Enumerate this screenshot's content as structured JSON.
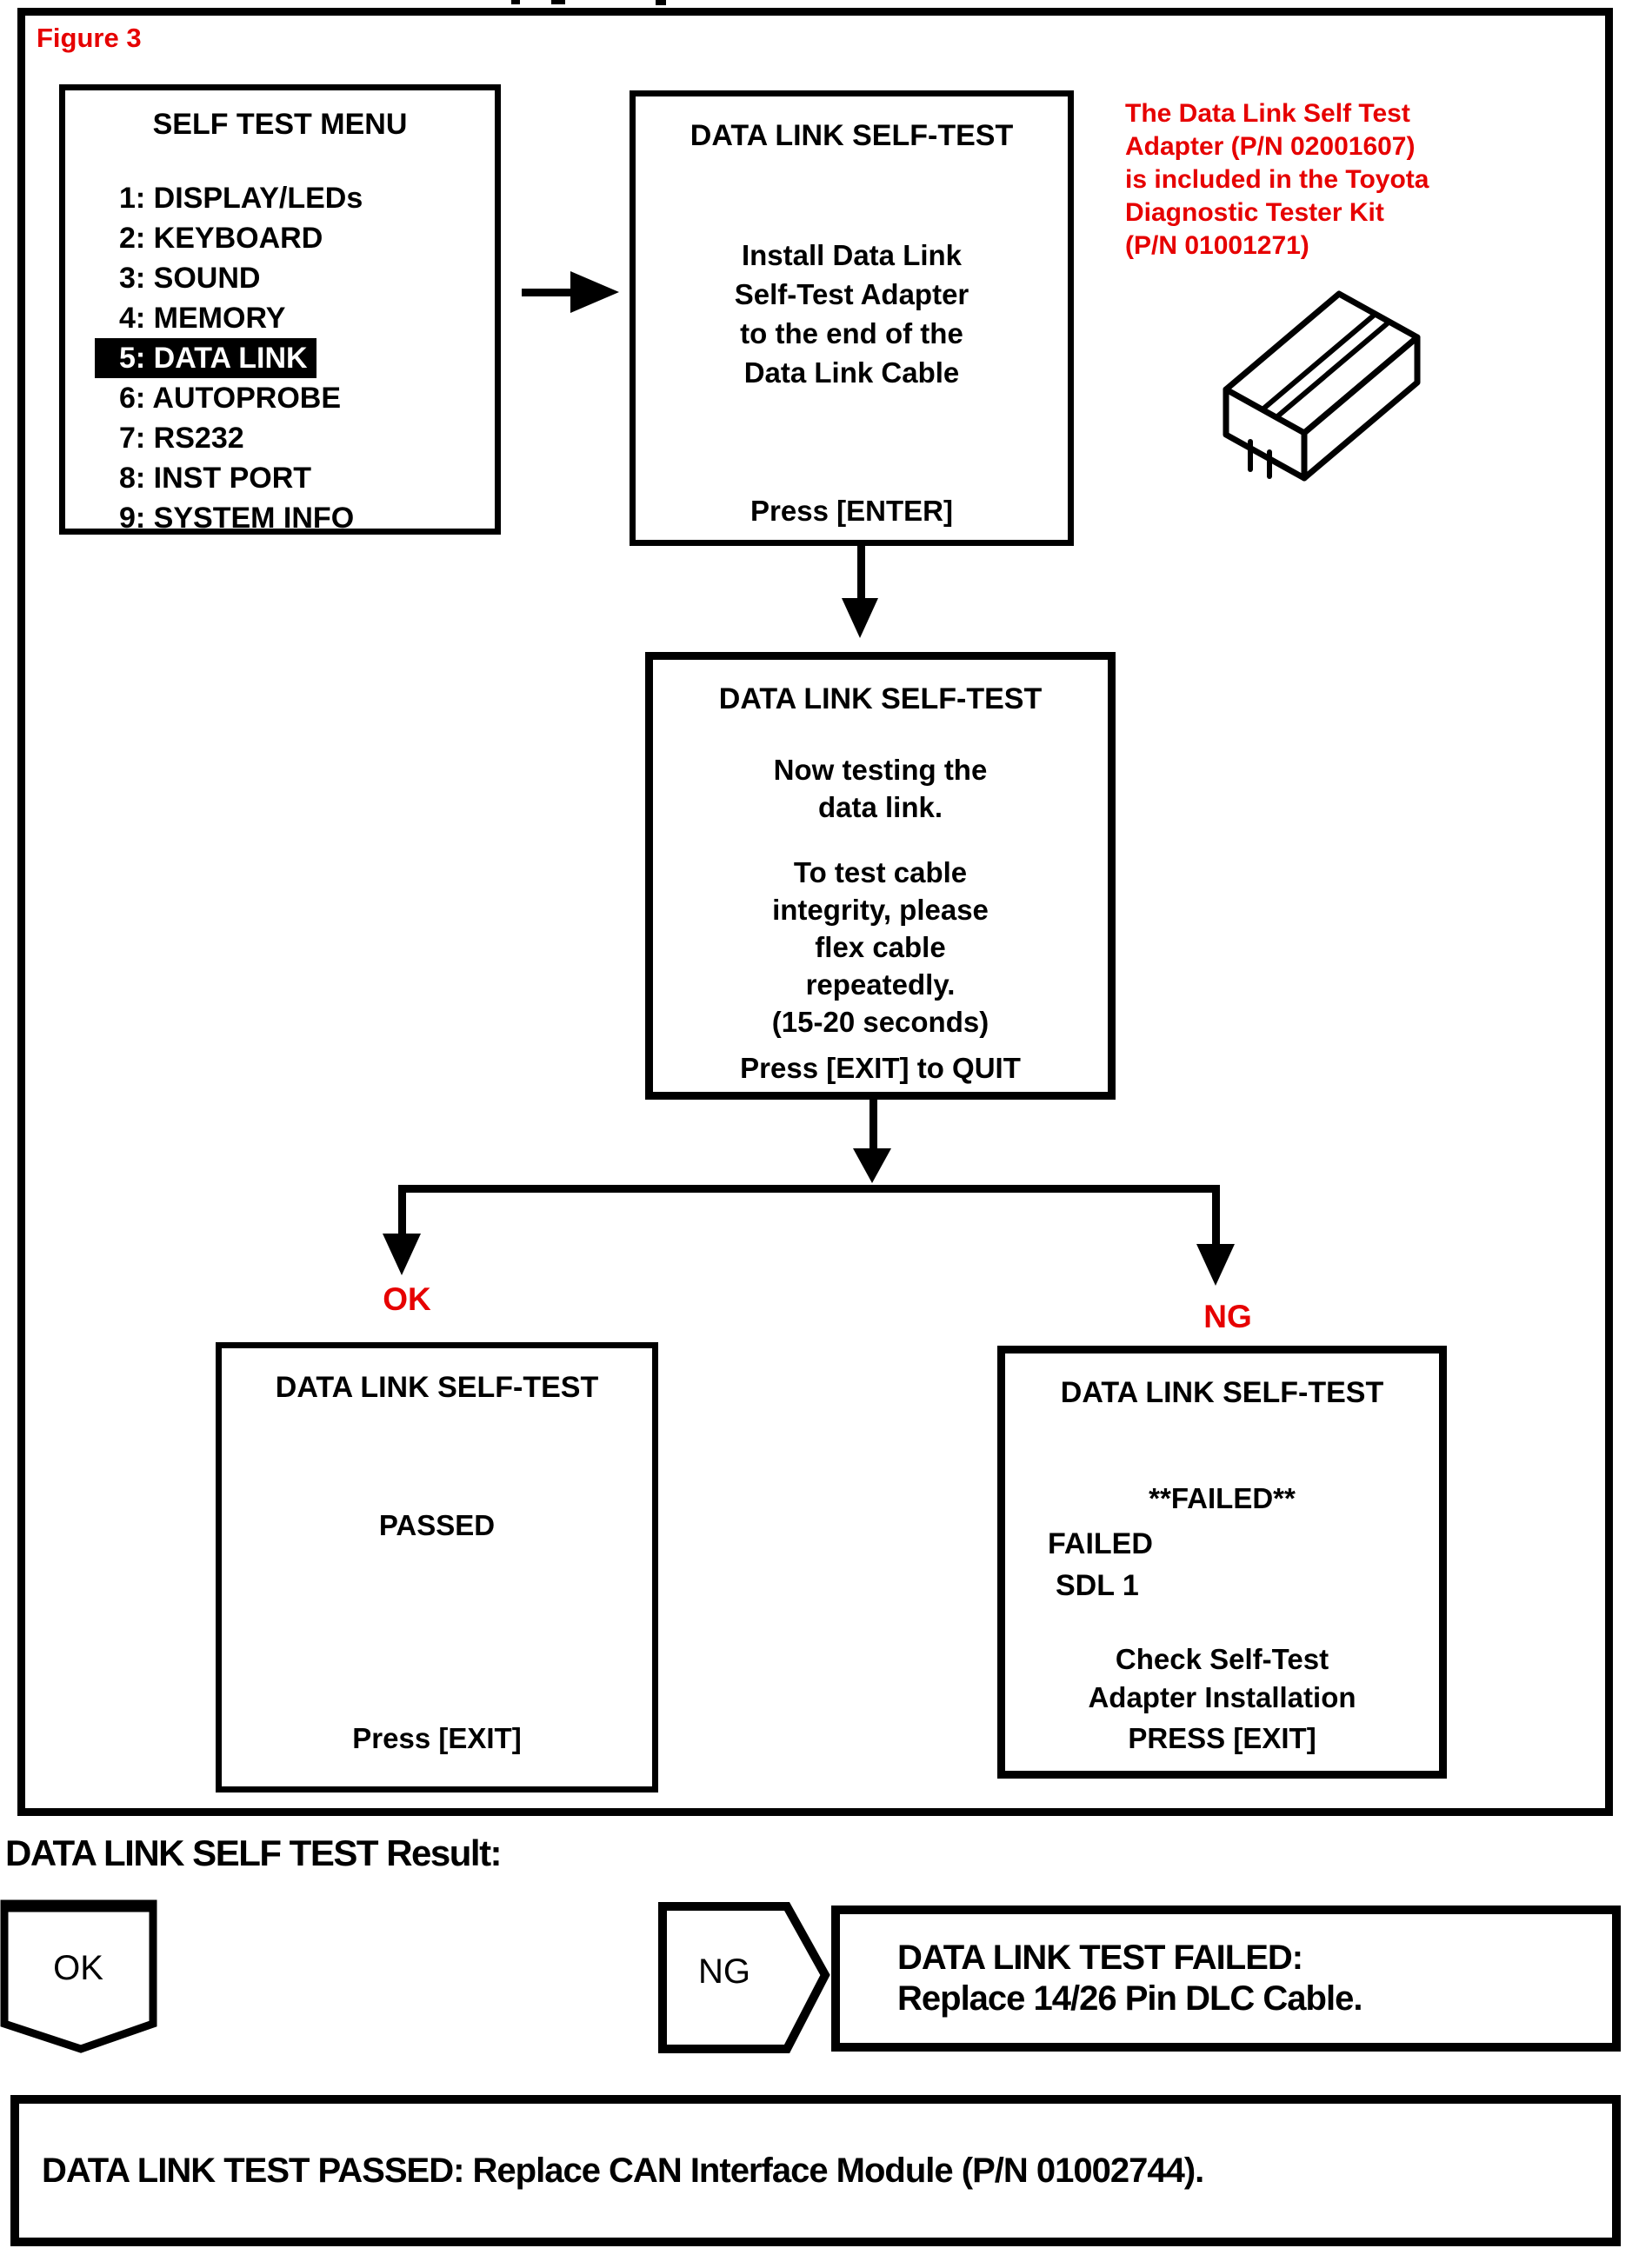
{
  "figure_label": "Figure 3",
  "colors": {
    "accent_red": "#e60000",
    "ink": "#000000"
  },
  "menu": {
    "title": "SELF TEST MENU",
    "items": [
      {
        "label": "1: DISPLAY/LEDs",
        "selected": false
      },
      {
        "label": "2: KEYBOARD",
        "selected": false
      },
      {
        "label": "3: SOUND",
        "selected": false
      },
      {
        "label": "4: MEMORY",
        "selected": false
      },
      {
        "label": "5: DATA LINK",
        "selected": true
      },
      {
        "label": "6: AUTOPROBE",
        "selected": false
      },
      {
        "label": "7: RS232",
        "selected": false
      },
      {
        "label": "8: INST PORT",
        "selected": false
      },
      {
        "label": "9: SYSTEM INFO",
        "selected": false
      }
    ]
  },
  "install_box": {
    "title": "DATA LINK SELF-TEST",
    "body": "Install Data Link\nSelf-Test Adapter\nto the end of the\nData Link Cable",
    "footer": "Press [ENTER]"
  },
  "adapter_note": {
    "text": "The Data Link Self Test\nAdapter (P/N 02001607)\nis included in the Toyota\nDiagnostic Tester Kit\n(P/N 01001271)",
    "illustration": "self-test-adapter-illustration"
  },
  "testing_box": {
    "title": "DATA LINK SELF-TEST",
    "para1": "Now testing the\ndata link.",
    "para2": "To test cable\nintegrity, please\nflex cable\nrepeatedly.\n(15-20 seconds)",
    "footer": "Press [EXIT] to QUIT"
  },
  "branch": {
    "ok_label": "OK",
    "ng_label": "NG"
  },
  "passed_box": {
    "title": "DATA LINK SELF-TEST",
    "status": "PASSED",
    "footer": "Press [EXIT]"
  },
  "failed_box": {
    "title": "DATA LINK SELF-TEST",
    "status": "**FAILED**",
    "detail1": "FAILED",
    "detail2": "SDL 1",
    "instruction": "Check Self-Test\nAdapter Installation",
    "footer": "PRESS [EXIT]"
  },
  "result_section": {
    "heading": "DATA LINK SELF TEST Result:",
    "ok_badge": "OK",
    "ng_badge": "NG",
    "ng_outcome": "DATA LINK TEST FAILED:\nReplace 14/26 Pin DLC Cable.",
    "ok_outcome": "DATA LINK TEST PASSED: Replace CAN Interface Module (P/N 01002744)."
  }
}
